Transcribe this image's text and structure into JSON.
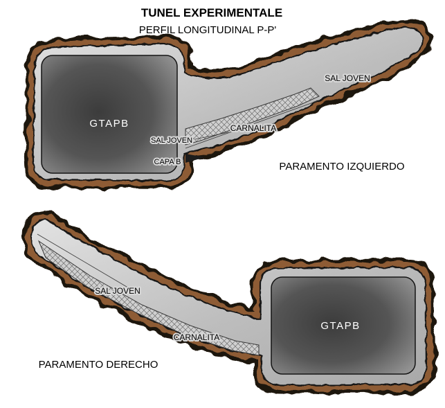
{
  "title": "TUNEL EXPERIMENTALE",
  "subtitle": "PERFIL LONGITUDINAL P-P'",
  "colors": {
    "rock_brown": "#8e5c36",
    "rock_edge": "#1e1308",
    "tunnel_fill_light": "#e2e2e2",
    "tunnel_fill_dark": "#a9a9a9",
    "gtapb_center": "#3c3c3c",
    "gtapb_edge": "#a2a2a2",
    "hatch_line": "#6e6e6e",
    "text": "#000000",
    "gtapb_text": "#ffffff",
    "background": "#ffffff"
  },
  "top_profile": {
    "caption": "PARAMENTO IZQUIERDO",
    "gtapb_label": "GTAPB",
    "sal_joven_label": "SAL JOVEN",
    "carnalita_label": "CARNALITA",
    "sal_joven_small_label": "SAL JOVEN",
    "capa_b_label": "CAPA B"
  },
  "bottom_profile": {
    "caption": "PARAMENTO DERECHO",
    "gtapb_label": "GTAPB",
    "sal_joven_label": "SAL JOVEN",
    "carnalita_label": "CARNALITA"
  }
}
